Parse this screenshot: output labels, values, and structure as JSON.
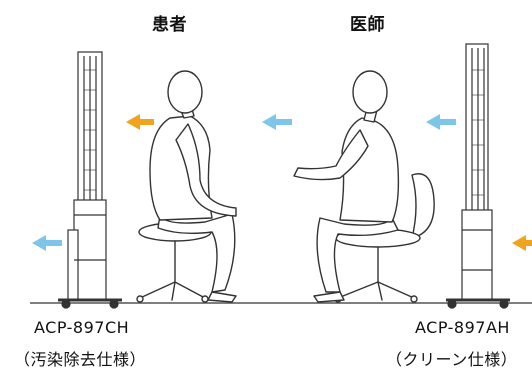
{
  "labels": {
    "patient": "患者",
    "doctor": "医師",
    "left_unit_model": "ACP-897CH",
    "left_unit_desc": "（汚染除去仕様）",
    "right_unit_model": "ACP-897AH",
    "right_unit_desc": "（クリーン仕様）"
  },
  "colors": {
    "orange_arrow": "#f0a41e",
    "blue_arrow": "#7dc6ea",
    "line": "#333333"
  }
}
